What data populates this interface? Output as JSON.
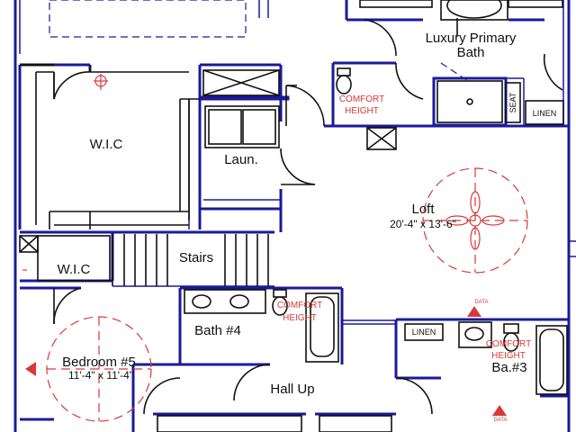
{
  "rooms": {
    "luxury_primary_bath_line1": "Luxury Primary",
    "luxury_primary_bath_line2": "Bath",
    "wic_top": "W.I.C",
    "laundry": "Laun.",
    "loft": "Loft",
    "loft_dims": "20'-4\" x 13'-6\"",
    "stairs": "Stairs",
    "wic_lower": "W.I.C",
    "bath4": "Bath #4",
    "bedroom5": "Bedroom #5",
    "bedroom5_dims": "11'-4\" x 11'-4\"",
    "hall_up": "Hall Up",
    "bath3": "Ba.#3"
  },
  "annotations": {
    "comfort_height_top_1": "COMFORT",
    "comfort_height_top_2": "HEIGHT",
    "comfort_height_mid_1": "COMFORT",
    "comfort_height_mid_2": "HEIGHT",
    "comfort_height_right_1": "COMFORT",
    "comfort_height_right_2": "HEIGHT",
    "seat": "SEAT",
    "linen_primary": "LINEN",
    "linen_ba3": "LINEN",
    "data_1": "DATA",
    "data_2": "DATA"
  },
  "colors": {
    "walls": "#1a1a9a",
    "annotation": "#d63a3a",
    "fixtures": "#111111"
  }
}
